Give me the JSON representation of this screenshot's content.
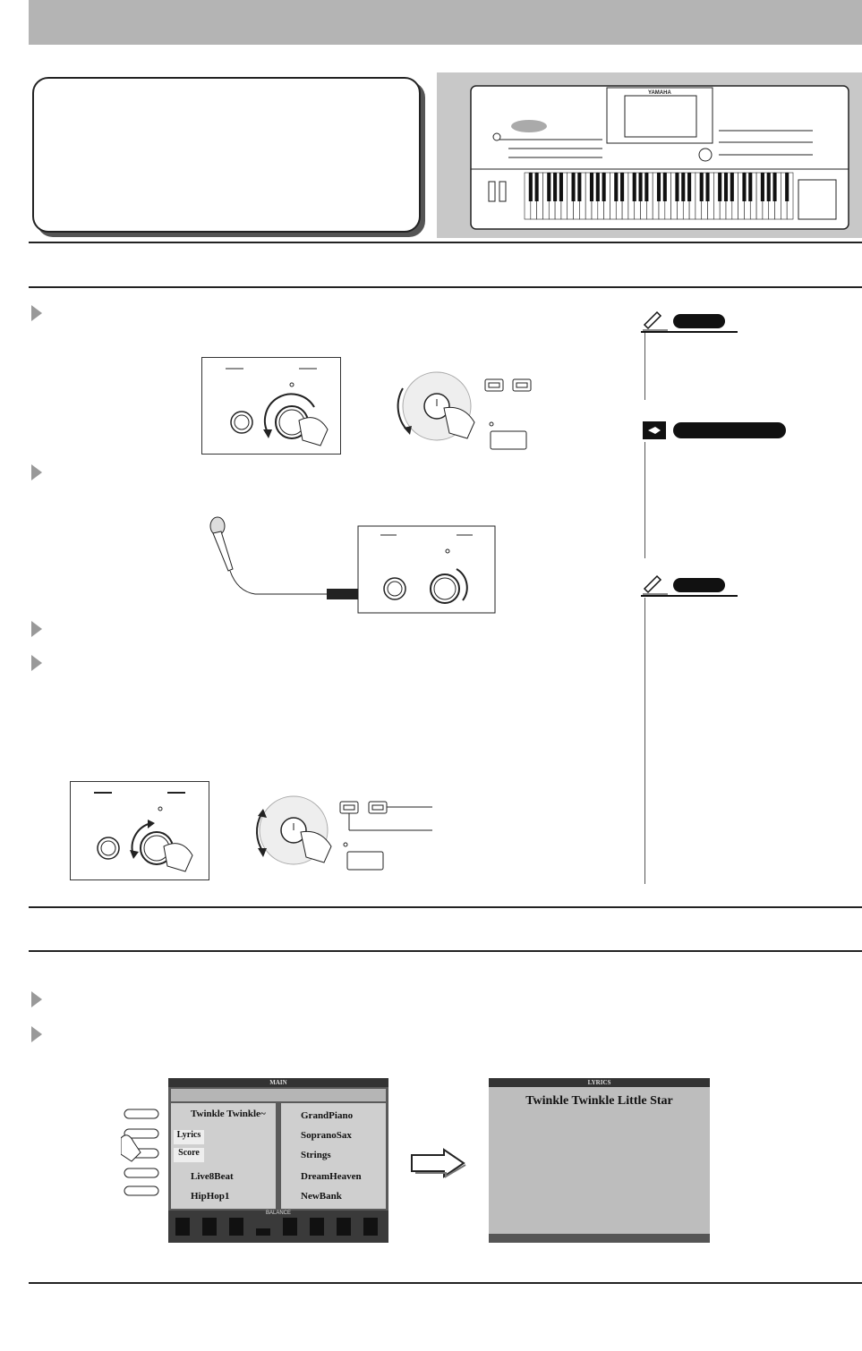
{
  "page": {
    "lyrics_screen": {
      "title": "LYRICS",
      "song": "Twinkle Twinkle Little Star"
    },
    "main_screen": {
      "title": "MAIN",
      "song_name": "Twinkle Twinkle~",
      "lyrics_button": "Lyrics",
      "score_button": "Score",
      "voice_right1": "GrandPiano",
      "voice_right2": "SopranoSax",
      "voice_left": "Strings",
      "style_name": "Live8Beat",
      "multipad_name": "DreamHeaven",
      "music_finder": "HipHop1",
      "registration_bank": "NewBank",
      "balance_label": "BALANCE"
    },
    "colors": {
      "band_gray": "#b4b4b4",
      "panel_gray": "#c8c8c8",
      "rule": "#222222"
    }
  }
}
